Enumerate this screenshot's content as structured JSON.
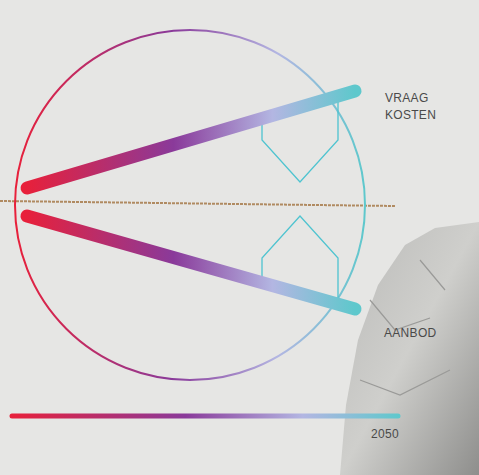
{
  "diagram": {
    "labels": [
      "VRAAG KOSTEN",
      "AANBOD",
      "2050"
    ]
  }
}
